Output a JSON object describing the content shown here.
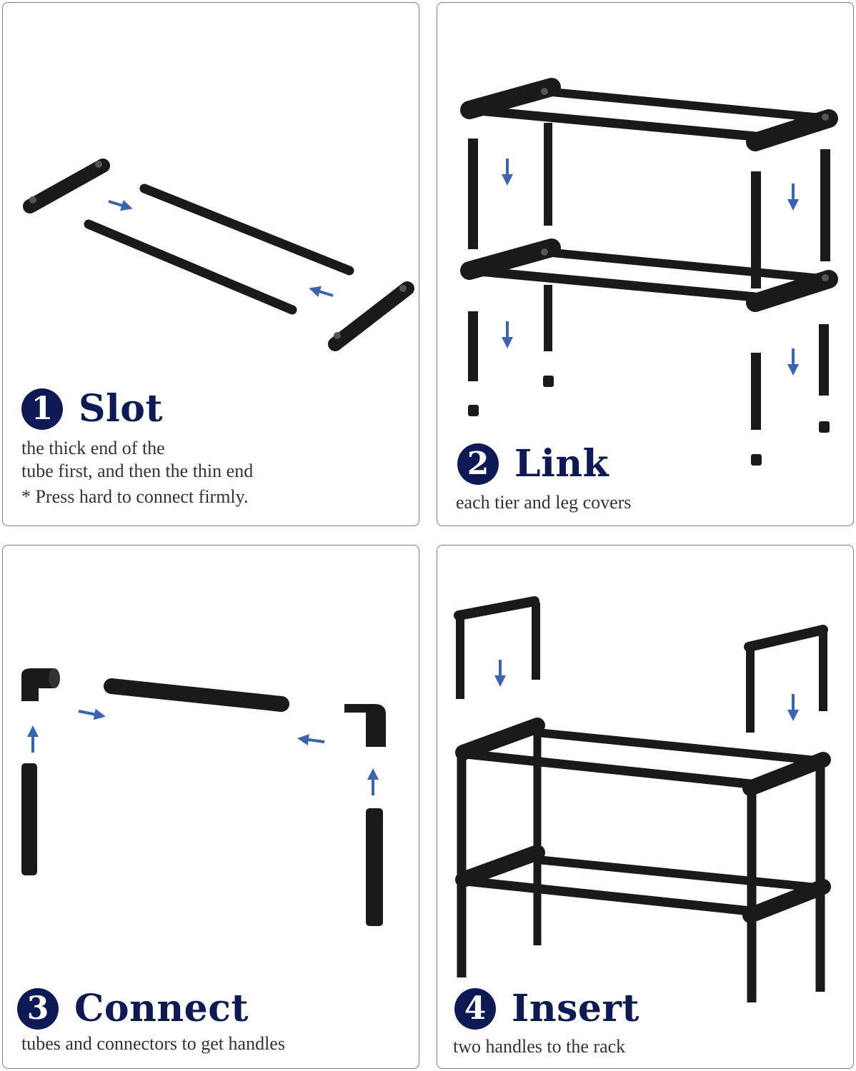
{
  "colors": {
    "accent": "#0d1a55",
    "arrow": "#3a63b0",
    "part": "#1a1a1a",
    "border": "#7f7f7f"
  },
  "steps": [
    {
      "number": "1",
      "title": "Slot",
      "lines": [
        "the thick end of the",
        "tube first, and then the thin end"
      ],
      "note": "* Press hard to connect firmly."
    },
    {
      "number": "2",
      "title": "Link",
      "lines": [
        "each tier and leg covers"
      ]
    },
    {
      "number": "3",
      "title": "Connect",
      "lines": [
        "tubes and connectors to get handles"
      ]
    },
    {
      "number": "4",
      "title": "Insert",
      "lines": [
        "two handles to the rack"
      ]
    }
  ]
}
